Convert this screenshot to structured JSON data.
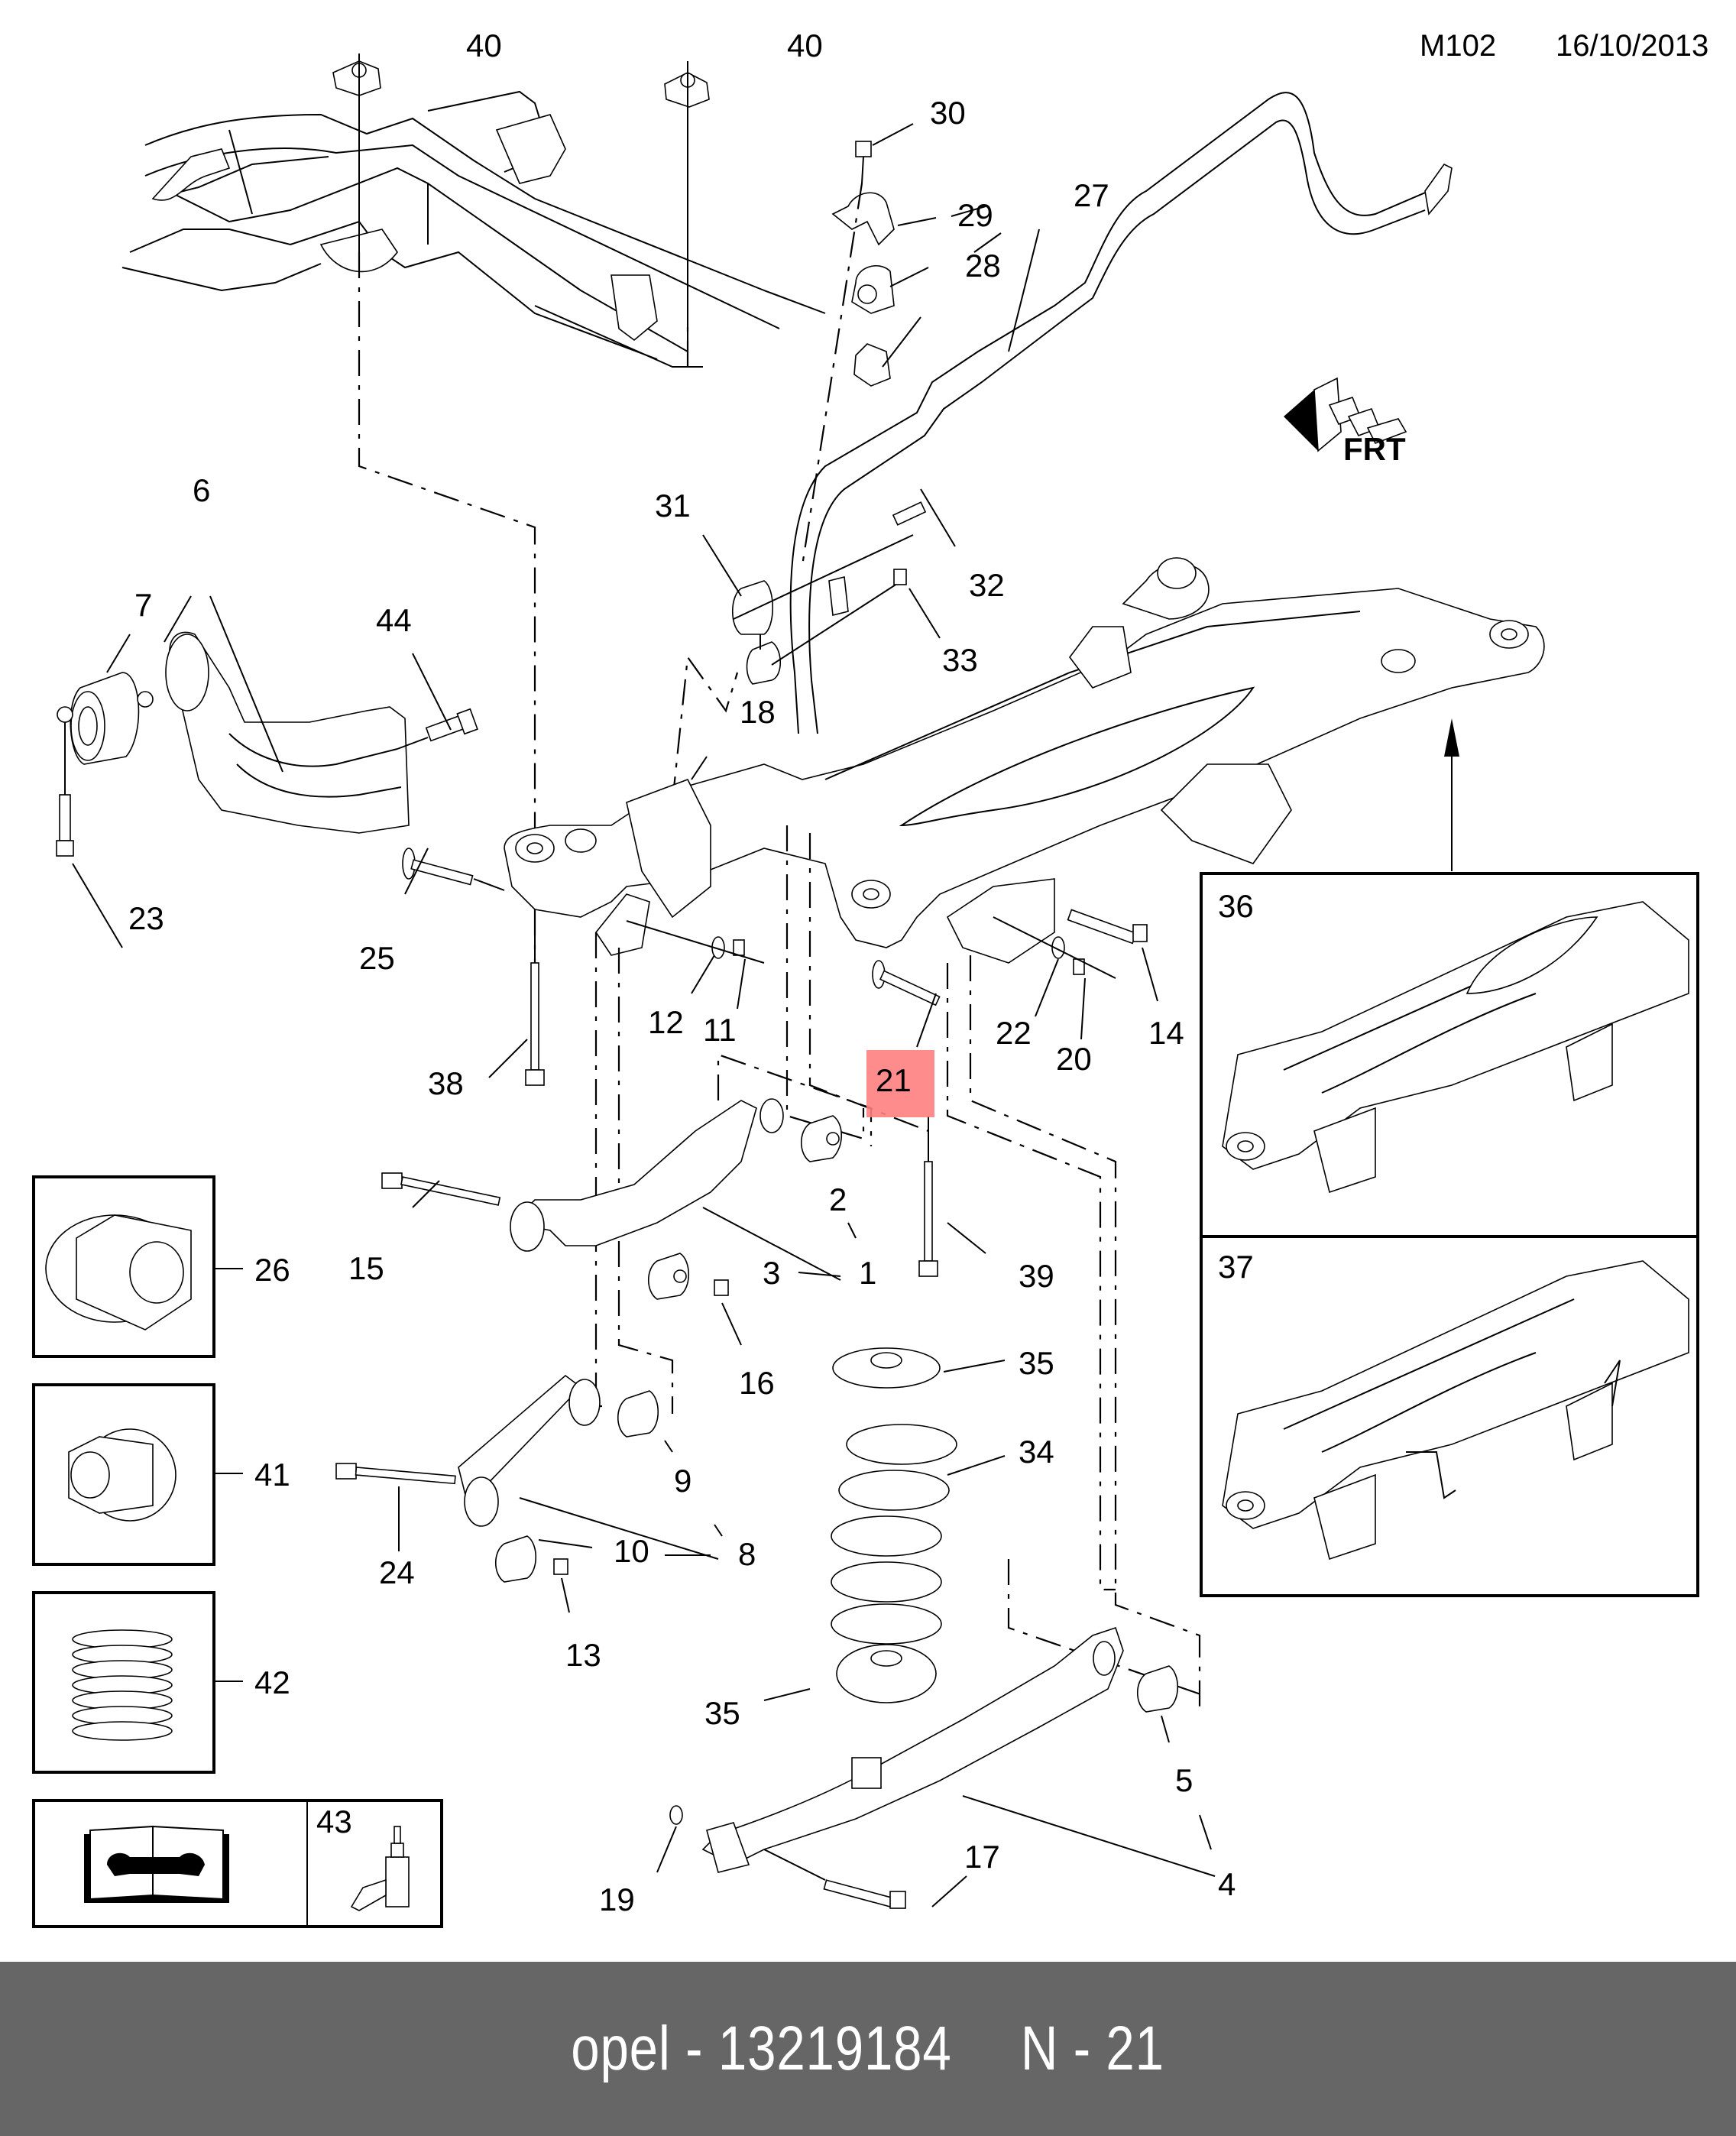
{
  "header": {
    "diagram_code": "M102",
    "date": "16/10/2013"
  },
  "highlight": {
    "callout": "21",
    "color": "#ff7f7f"
  },
  "direction_indicator": {
    "label": "FRT"
  },
  "callouts": {
    "c40a": "40",
    "c40b": "40",
    "c30": "30",
    "c29": "29",
    "c27": "27",
    "c28": "28",
    "c6": "6",
    "c7": "7",
    "c44": "44",
    "c23": "23",
    "c31": "31",
    "c32": "32",
    "c33": "33",
    "c18": "18",
    "c25": "25",
    "c12": "12",
    "c11": "11",
    "c38": "38",
    "c21": "21",
    "c22": "22",
    "c20": "20",
    "c14": "14",
    "c2": "2",
    "c15": "15",
    "c3": "3",
    "c1": "1",
    "c39": "39",
    "c16": "16",
    "c35a": "35",
    "c34": "34",
    "c9": "9",
    "c10": "10",
    "c8": "8",
    "c24": "24",
    "c13": "13",
    "c35b": "35",
    "c5": "5",
    "c4": "4",
    "c17": "17",
    "c19": "19"
  },
  "inset_panels": [
    {
      "id": "36",
      "label": "36",
      "description": "rear axle crossmember variant"
    },
    {
      "id": "37",
      "label": "37",
      "description": "rear axle crossmember variant with brackets"
    }
  ],
  "legend_boxes": [
    {
      "label": "26",
      "icon": "flange-nut-icon"
    },
    {
      "label": "41",
      "icon": "hex-nut-icon"
    },
    {
      "label": "42",
      "icon": "threaded-insert-icon"
    }
  ],
  "tools_box": {
    "manual_icon": "repair-manual-wrench-icon",
    "label": "43",
    "adhesive_icon": "threadlocker-bottle-icon"
  },
  "footer": {
    "brand": "opel",
    "part_number": "13219184",
    "position": "N - 21",
    "dash": "-"
  }
}
